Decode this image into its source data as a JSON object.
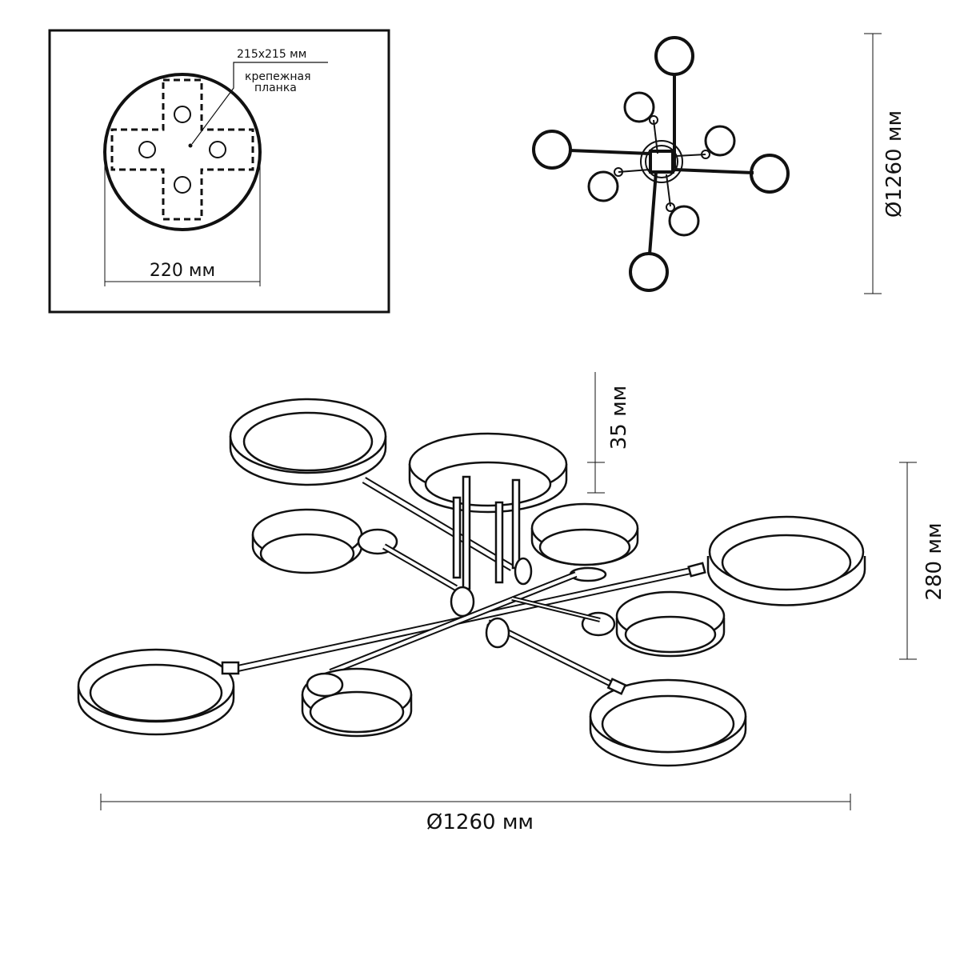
{
  "mount_plate_panel": {
    "plate_size_label": "215x215 мм",
    "plate_name_line1": "крепежная",
    "plate_name_line2": "планка",
    "base_diameter_label": "220 мм"
  },
  "top_view": {
    "diameter_label": "Ø1260 мм"
  },
  "side_view": {
    "canopy_height_label": "35 мм",
    "total_height_label": "280 мм",
    "total_diameter_label": "Ø1260 мм"
  }
}
